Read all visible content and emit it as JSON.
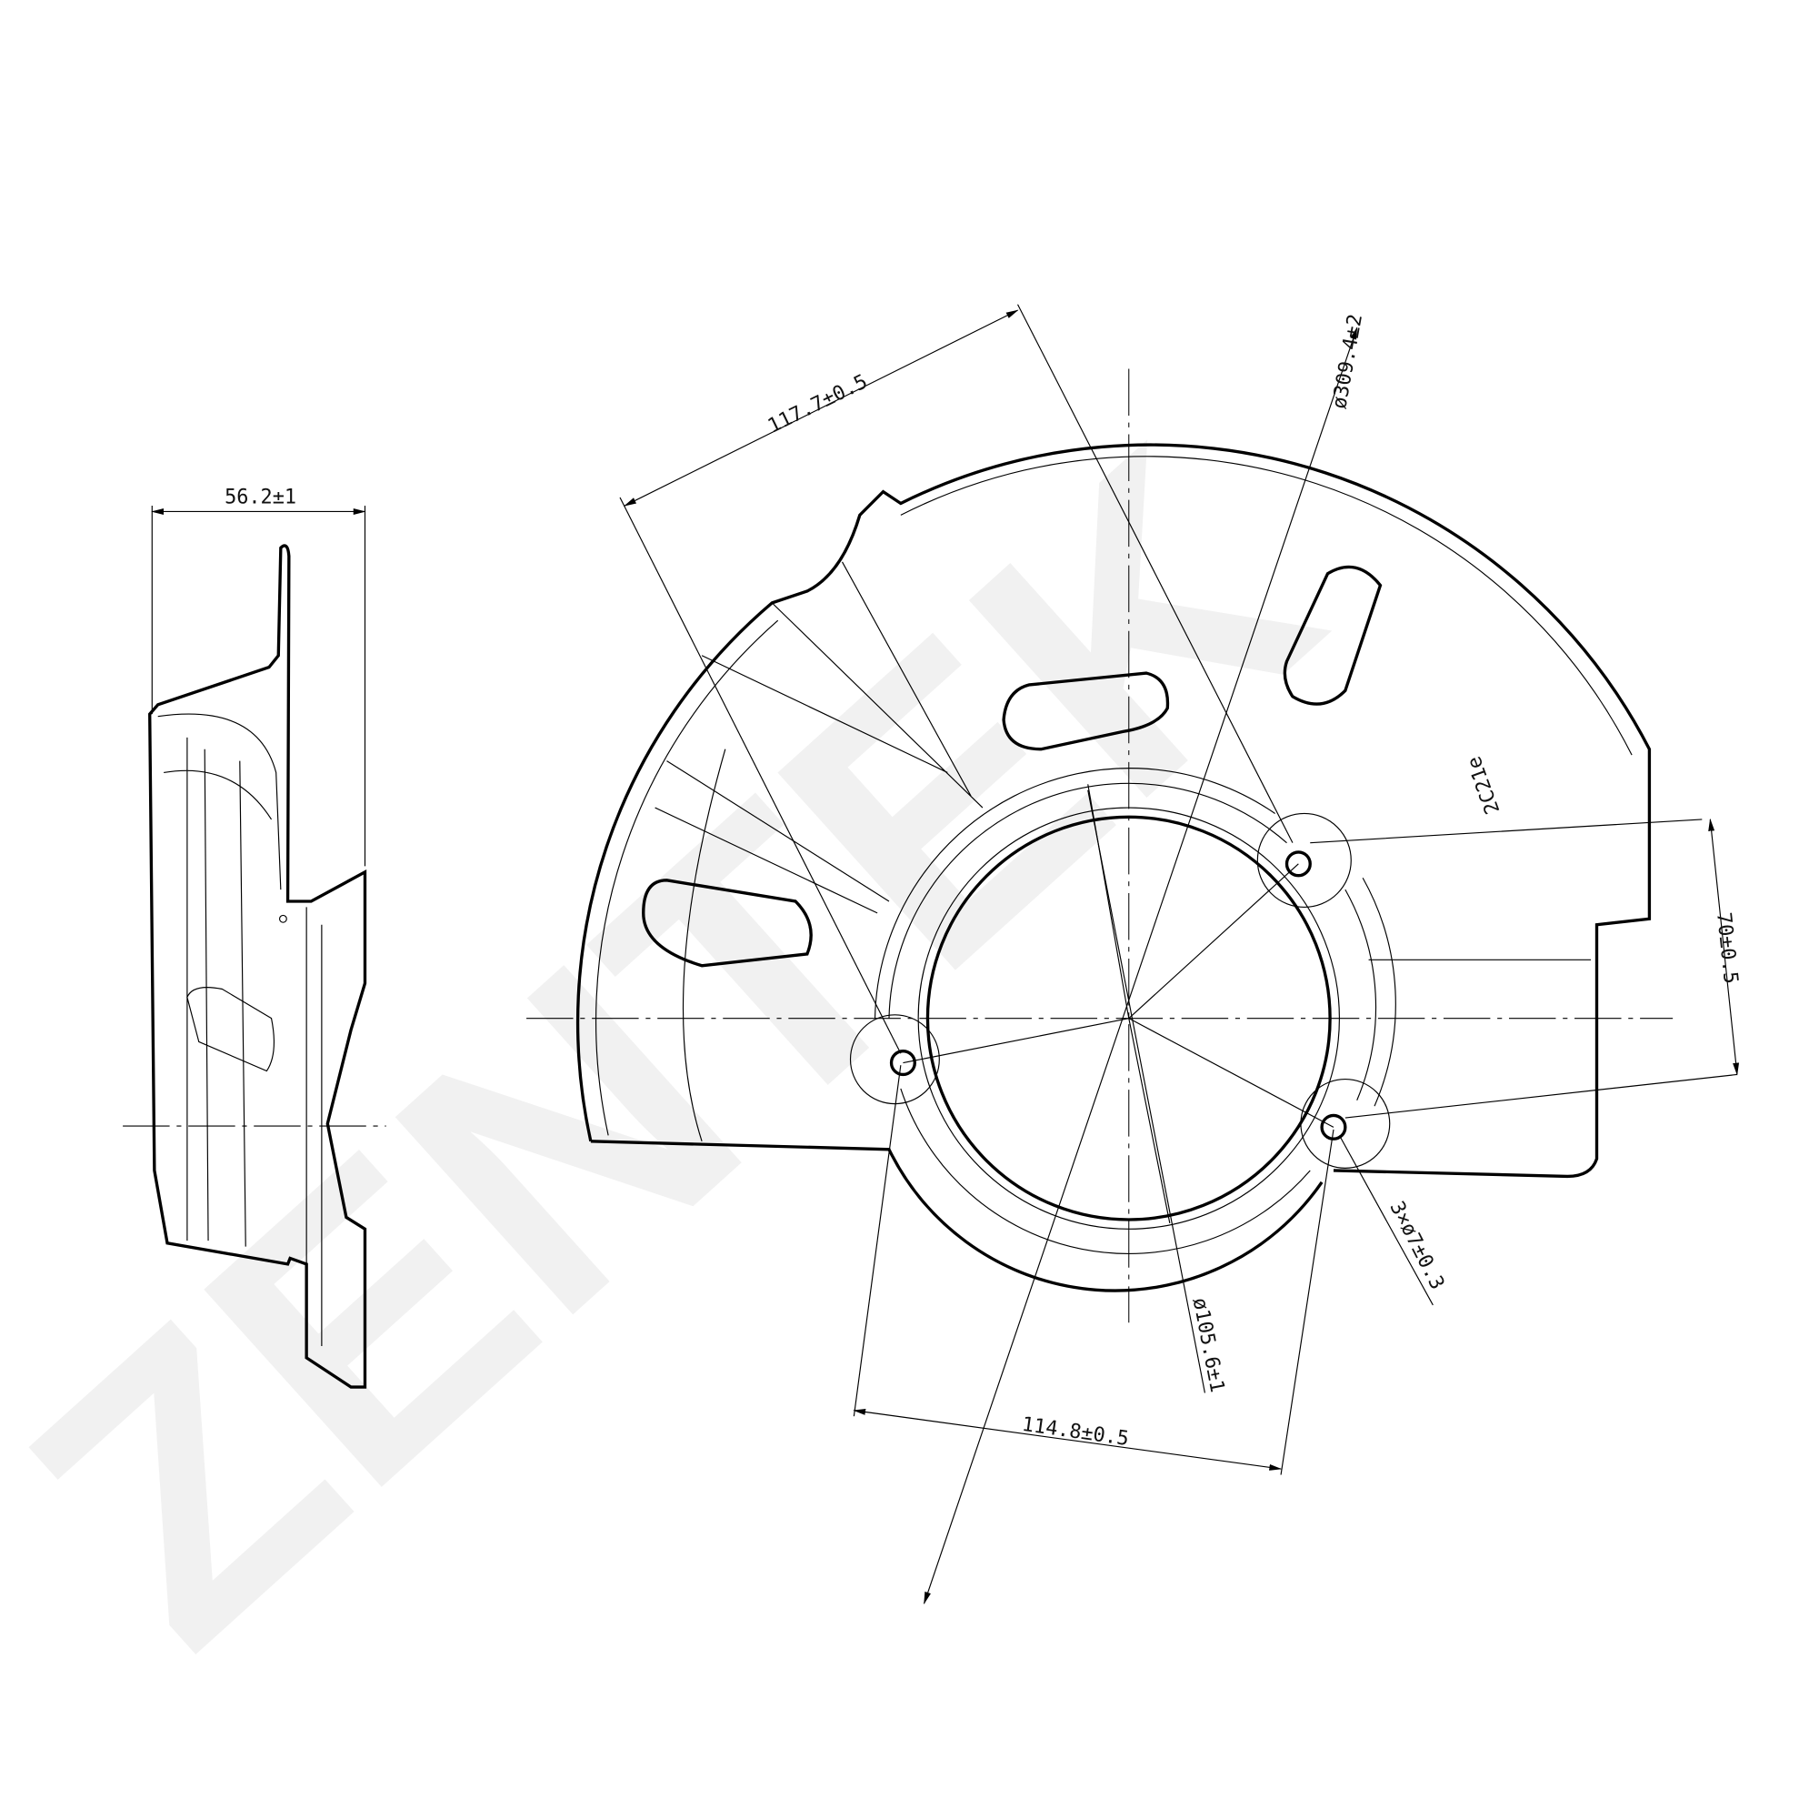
{
  "watermark": "ZENTEK",
  "dimensions": {
    "side_width": "56.2±1",
    "chord_top": "117.7±0.5",
    "outer_diameter": "ø309.4±2",
    "vertical_offset": "70±0.5",
    "bolt_holes": "3×ø7±0.3",
    "bore_diameter": "ø105.6±1",
    "bolt_spacing": "114.8±0.5"
  },
  "part_stamp": "2C21e"
}
